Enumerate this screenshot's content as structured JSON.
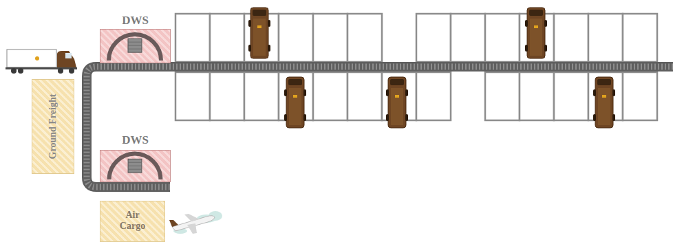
{
  "diagram": {
    "nodes": [
      {
        "text": [
          "DWS"
        ]
      },
      {
        "text": [
          "Ground Freight"
        ]
      },
      {
        "text": [
          "DWS"
        ]
      },
      {
        "text": [
          "Air Cargo"
        ]
      }
    ]
  }
}
